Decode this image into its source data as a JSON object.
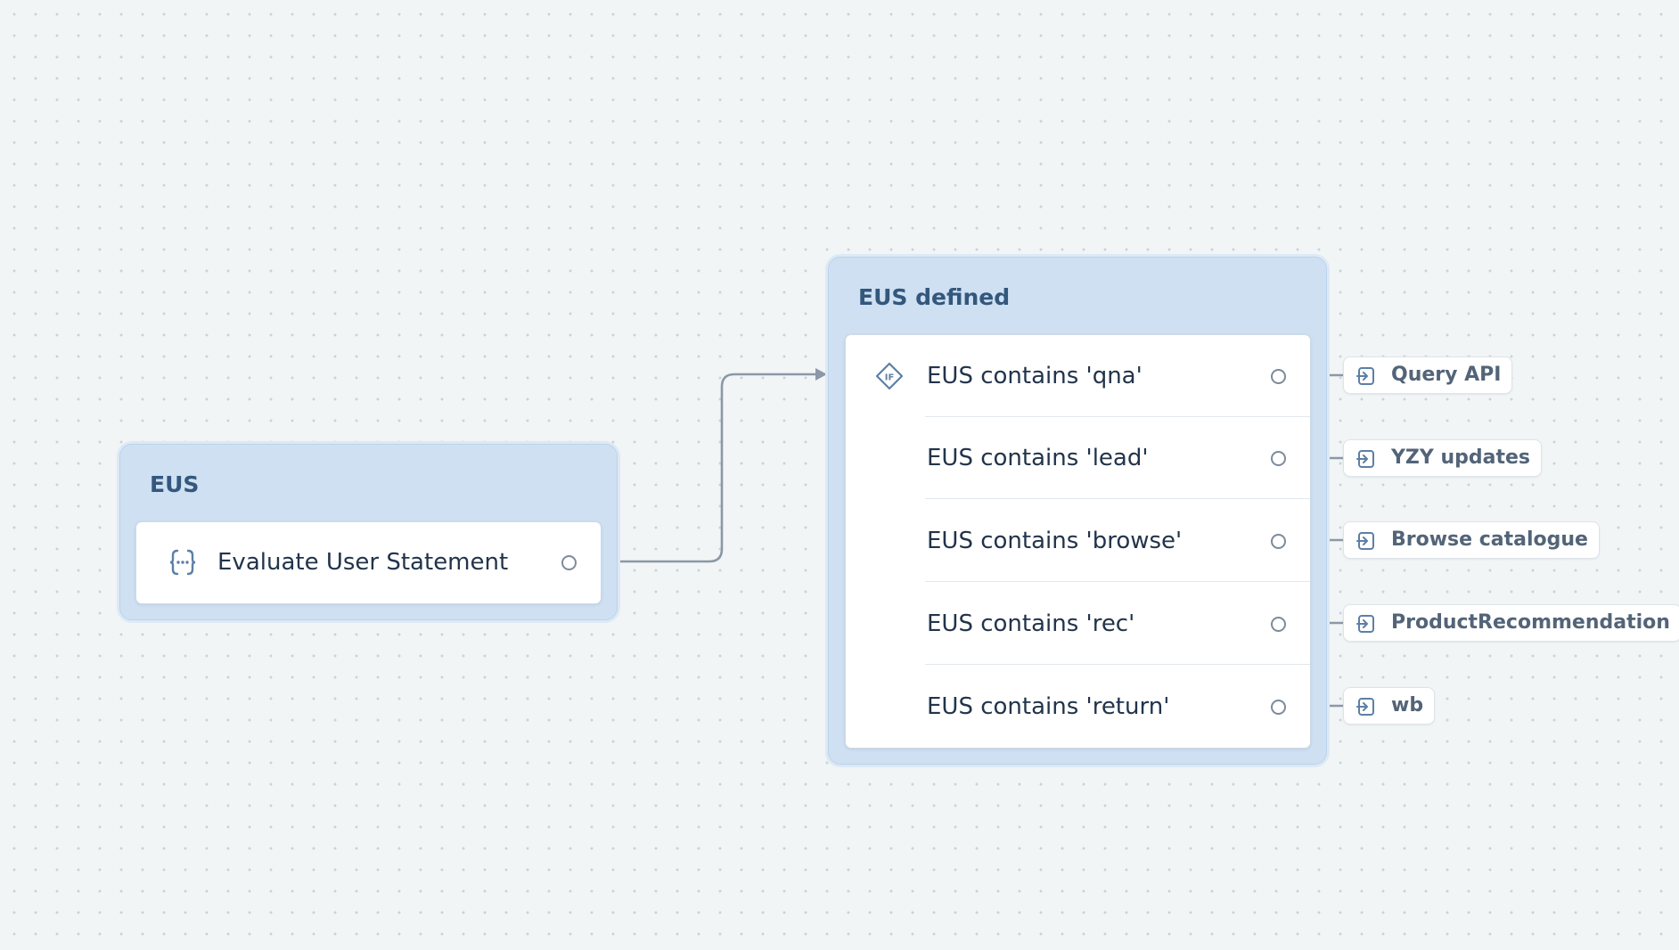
{
  "canvas": {
    "dot_color": "#c9d3da",
    "wire_color": "#8c98a6",
    "block_color": "#cfe0f2",
    "title_color": "#33577d"
  },
  "blocks": {
    "eus": {
      "title": "EUS",
      "step": {
        "label": "Evaluate User Statement",
        "icon": "code-brackets-icon"
      }
    },
    "eus_defined": {
      "title": "EUS defined",
      "condition_icon": "if-diamond-icon",
      "conditions": [
        {
          "label": "EUS contains 'qna'",
          "target": "Query API"
        },
        {
          "label": "EUS contains 'lead'",
          "target": "YZY updates"
        },
        {
          "label": "EUS contains 'browse'",
          "target": "Browse catalogue"
        },
        {
          "label": "EUS contains 'rec'",
          "target": "ProductRecommendation"
        },
        {
          "label": "EUS contains 'return'",
          "target": "wb"
        }
      ]
    }
  },
  "target_icon": "jump-to-block-icon"
}
